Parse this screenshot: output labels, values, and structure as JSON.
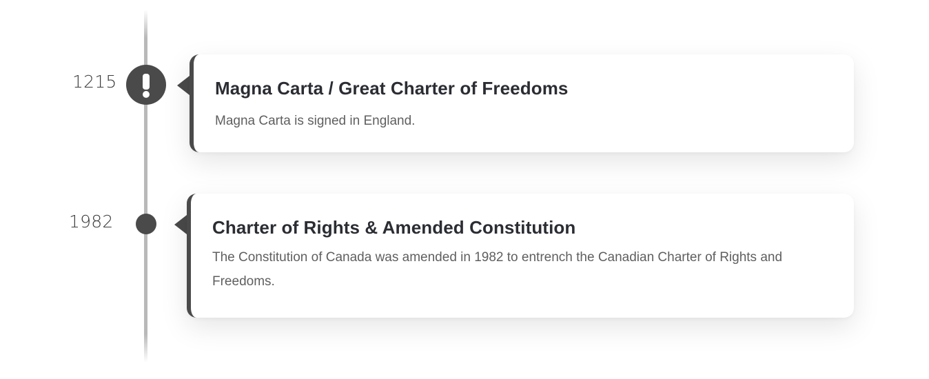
{
  "events": [
    {
      "year": "1215",
      "marker_icon": "exclamation-icon",
      "marker_glyph": "!",
      "title": "Magna Carta / Great Charter of Freedoms",
      "description": "Magna Carta is signed in England."
    },
    {
      "year": "1982",
      "marker_icon": "dot-marker",
      "title": "Charter of Rights & Amended Constitution",
      "description": "The Constitution of Canada was amended in 1982 to entrench the Canadian Charter of Rights and Freedoms."
    }
  ],
  "colors": {
    "marker": "#4a4a4a",
    "line": "#b9b9b9",
    "title": "#2b2d33",
    "text": "#5f5f5f"
  }
}
